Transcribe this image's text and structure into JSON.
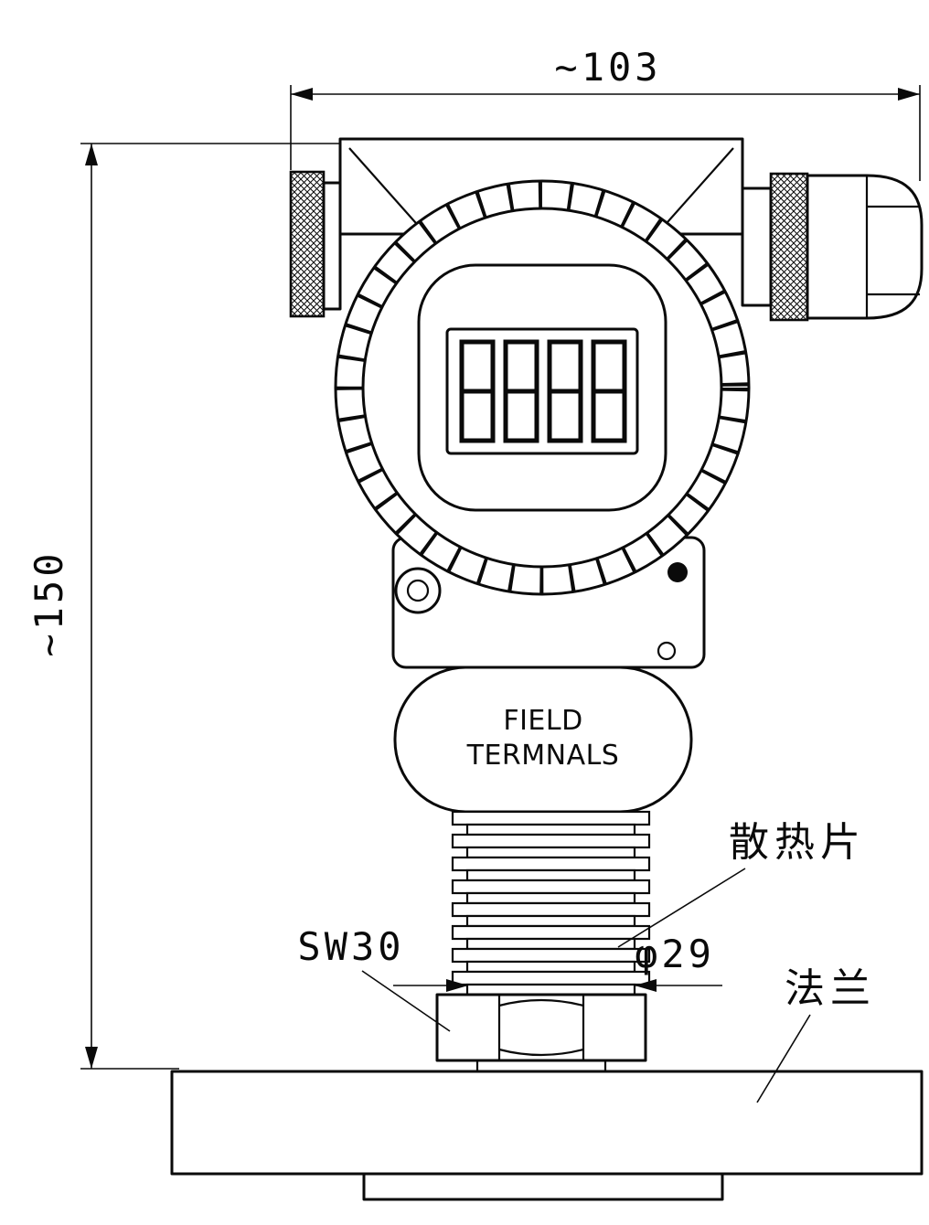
{
  "drawing": {
    "type": "technical-dimension-drawing",
    "subject": "flange-mounted pressure transmitter, front view"
  },
  "dims": {
    "width": "~103",
    "height": "~150",
    "diameter": "φ29"
  },
  "labels": {
    "field1": "FIELD",
    "field2": "TERMNALS",
    "heatsink": "散热片",
    "wrench": "SW30",
    "flange": "法兰"
  },
  "display": {
    "digits": "8888"
  },
  "colors": {
    "ink": "#0a0a0a",
    "paper": "#ffffff"
  }
}
